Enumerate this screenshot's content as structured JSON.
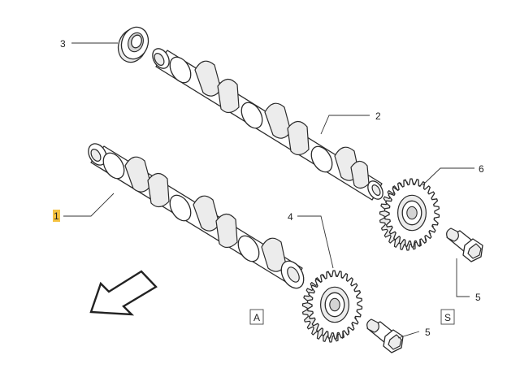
{
  "callouts": {
    "c1": "1",
    "c2": "2",
    "c3": "3",
    "c4": "4",
    "c5a": "5",
    "c5b": "5",
    "c6": "6"
  },
  "view_labels": {
    "a": "A",
    "s": "S"
  },
  "colors": {
    "highlight": "#f5c242",
    "line": "#2a2a2a",
    "background": "#ffffff"
  },
  "icons": {
    "direction": "direction-arrow-icon"
  }
}
